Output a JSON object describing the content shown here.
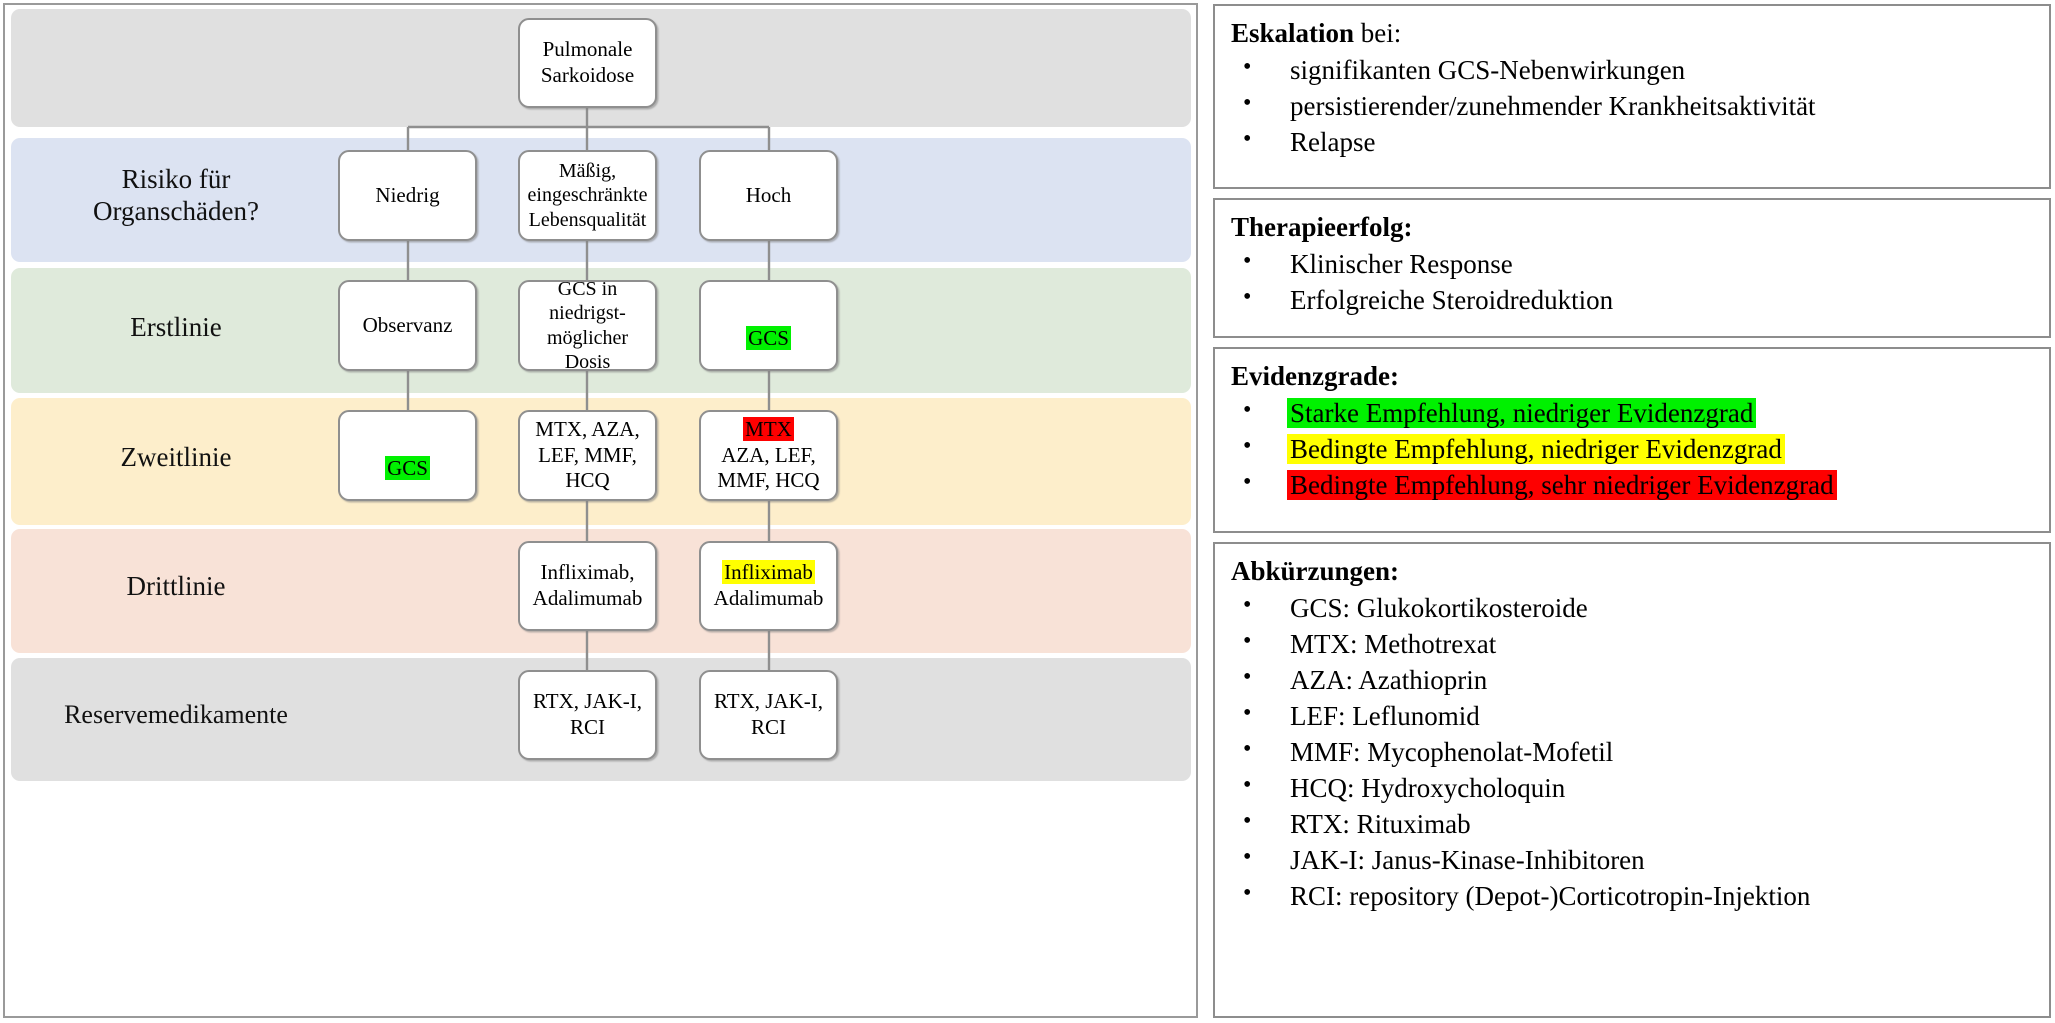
{
  "flowchart": {
    "bands": [
      {
        "name": "root-band",
        "label": "",
        "color": "#e0e0e0"
      },
      {
        "name": "risk-band",
        "label": "Risiko für\nOrganschäden?",
        "color": "#dce3f2"
      },
      {
        "name": "firstline-band",
        "label": "Erstlinie",
        "color": "#dfeadb"
      },
      {
        "name": "secondline-band",
        "label": "Zweitlinie",
        "color": "#fdeecb"
      },
      {
        "name": "thirdline-band",
        "label": "Drittlinie",
        "color": "#f8e2d7"
      },
      {
        "name": "reserve-band",
        "label": "Reservemedikamente",
        "color": "#e0e0e0"
      }
    ],
    "nodes": {
      "root": "Pulmonale\nSarkoidose",
      "risk_low": "Niedrig",
      "risk_mid": "Mäßig,\neingeschränkte\nLebensqualität",
      "risk_high": "Hoch",
      "first_col1": "Observanz",
      "first_col2": "GCS in\nniedrigst-\nmöglicher\nDosis",
      "first_col3_hl": "GCS",
      "second_col1_hl": "GCS",
      "second_col2": "MTX, AZA,\nLEF, MMF,\nHCQ",
      "second_col3_hl": "MTX",
      "second_col3_rest": "AZA, LEF,\nMMF, HCQ",
      "third_col2": "Infliximab,\nAdalimumab",
      "third_col3_hl": "Infliximab",
      "third_col3_rest": "Adalimumab",
      "reserve_col2": "RTX, JAK-I,\nRCI",
      "reserve_col3": "RTX, JAK-I,\nRCI"
    }
  },
  "panels": [
    {
      "name": "escalation-panel",
      "title_bold": "Eskalation",
      "title_rest": " bei:",
      "items": [
        {
          "text": "signifikanten GCS-Nebenwirkungen",
          "highlight": "none"
        },
        {
          "text": "persistierender/zunehmender Krankheitsaktivität",
          "highlight": "none"
        },
        {
          "text": "Relapse",
          "highlight": "none"
        }
      ]
    },
    {
      "name": "therapy-success-panel",
      "title_bold": "Therapieerfolg:",
      "title_rest": "",
      "items": [
        {
          "text": "Klinischer Response",
          "highlight": "none"
        },
        {
          "text": "Erfolgreiche Steroidreduktion",
          "highlight": "none"
        }
      ]
    },
    {
      "name": "evidence-grades-panel",
      "title_bold": "Evidenzgrade:",
      "title_rest": "",
      "items": [
        {
          "text": "Starke Empfehlung, niedriger Evidenzgrad",
          "highlight": "#00f100"
        },
        {
          "text": "Bedingte Empfehlung, niedriger Evidenzgrad",
          "highlight": "#ffff00"
        },
        {
          "text": "Bedingte Empfehlung, sehr niedriger Evidenzgrad",
          "highlight": "#fe0000"
        }
      ]
    },
    {
      "name": "abbreviations-panel",
      "title_bold": "Abkürzungen:",
      "title_rest": "",
      "items": [
        {
          "text": "GCS: Glukokortikosteroide",
          "highlight": "none"
        },
        {
          "text": "MTX: Methotrexat",
          "highlight": "none"
        },
        {
          "text": "AZA: Azathioprin",
          "highlight": "none"
        },
        {
          "text": "LEF: Leflunomid",
          "highlight": "none"
        },
        {
          "text": "MMF: Mycophenolat-Mofetil",
          "highlight": "none"
        },
        {
          "text": "HCQ: Hydroxycholoquin",
          "highlight": "none"
        },
        {
          "text": "RTX: Rituximab",
          "highlight": "none"
        },
        {
          "text": "JAK-I: Janus-Kinase-Inhibitoren",
          "highlight": "none"
        },
        {
          "text": "RCI: repository (Depot-)Corticotropin-Injektion",
          "highlight": "none"
        }
      ]
    }
  ],
  "colors": {
    "band_gray": "#e0e0e0",
    "band_blue": "#dce3f2",
    "band_green": "#dfeadb",
    "band_yellow": "#fdeecb",
    "band_peach": "#f8e2d7",
    "highlight_green": "#00f100",
    "highlight_yellow": "#ffff00",
    "highlight_red": "#fe0000",
    "border_gray": "#8f8f8f"
  }
}
